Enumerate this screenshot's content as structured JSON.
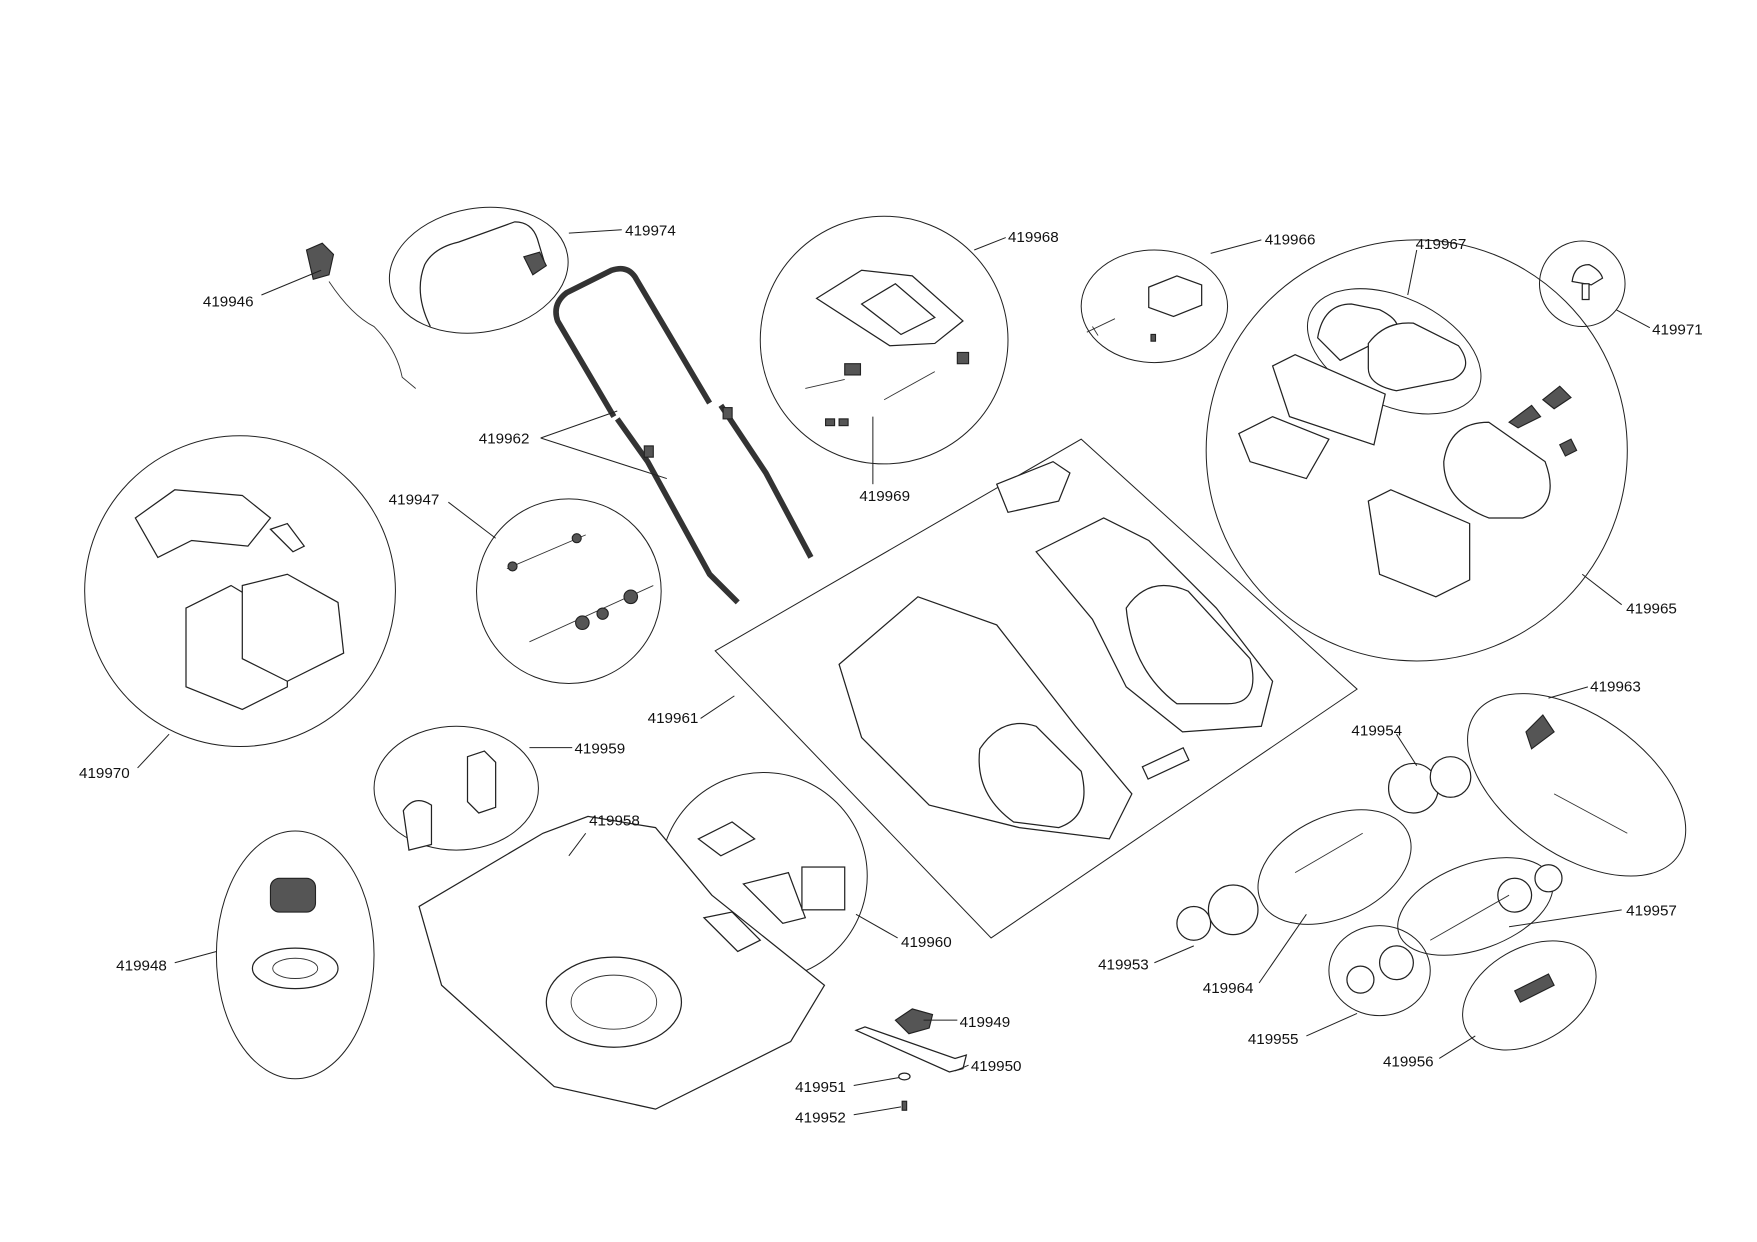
{
  "diagram": {
    "type": "exploded-parts-diagram",
    "parts": [
      {
        "id": "419946"
      },
      {
        "id": "419974"
      },
      {
        "id": "419968"
      },
      {
        "id": "419966"
      },
      {
        "id": "419967"
      },
      {
        "id": "419971"
      },
      {
        "id": "419962"
      },
      {
        "id": "419969"
      },
      {
        "id": "419947"
      },
      {
        "id": "419970"
      },
      {
        "id": "419965"
      },
      {
        "id": "419961"
      },
      {
        "id": "419959"
      },
      {
        "id": "419958"
      },
      {
        "id": "419948"
      },
      {
        "id": "419960"
      },
      {
        "id": "419949"
      },
      {
        "id": "419950"
      },
      {
        "id": "419951"
      },
      {
        "id": "419952"
      },
      {
        "id": "419954"
      },
      {
        "id": "419963"
      },
      {
        "id": "419953"
      },
      {
        "id": "419964"
      },
      {
        "id": "419957"
      },
      {
        "id": "419955"
      },
      {
        "id": "419956"
      }
    ]
  }
}
